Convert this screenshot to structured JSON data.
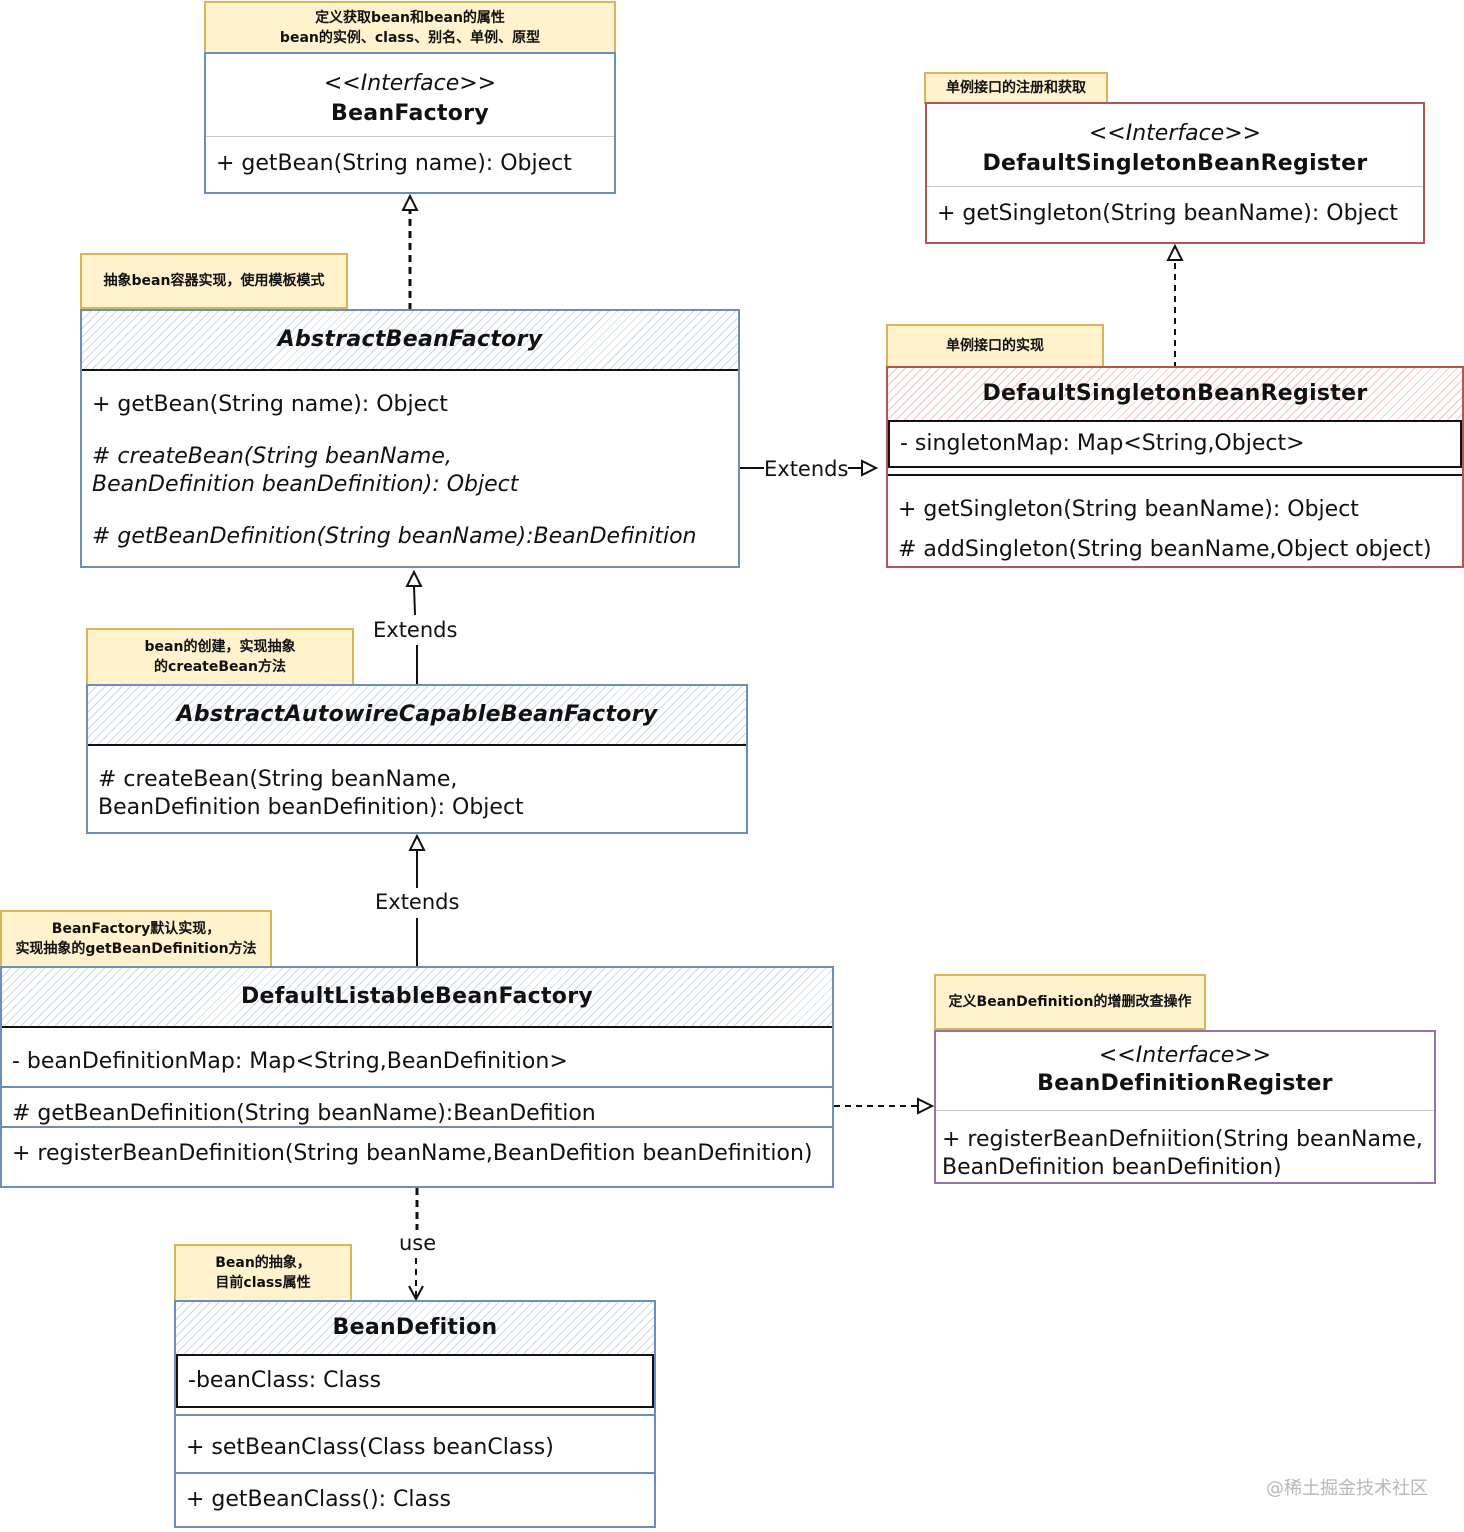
{
  "notes": {
    "bean_factory": [
      "定义获取bean和bean的属性",
      "bean的实例、class、别名、单例、原型"
    ],
    "abstract_factory": [
      "抽象bean容器实现，使用模板模式"
    ],
    "singleton_interface": [
      "单例接口的注册和获取"
    ],
    "singleton_impl": [
      "单例接口的实现"
    ],
    "autowire": [
      "bean的创建，实现抽象",
      "的createBean方法"
    ],
    "default_listable": [
      "BeanFactory默认实现，",
      "实现抽象的getBeanDefinition方法"
    ],
    "bd_register": [
      "定义BeanDefinition的增删改查操作"
    ],
    "bean_definition": [
      "Bean的抽象，",
      "目前class属性"
    ]
  },
  "classes": {
    "bean_factory": {
      "stereotype": "<<Interface>>",
      "name": "BeanFactory",
      "members": [
        "+ getBean(String name): Object"
      ]
    },
    "singleton_register_interface": {
      "stereotype": "<<Interface>>",
      "name": "DefaultSingletonBeanRegister",
      "members": [
        "+ getSingleton(String beanName): Object"
      ]
    },
    "abstract_bean_factory": {
      "name": "AbstractBeanFactory",
      "members": [
        "+ getBean(String name): Object",
        "# createBean(String beanName,",
        "BeanDefinition beanDefinition): Object",
        "# getBeanDefinition(String beanName):BeanDefinition"
      ]
    },
    "singleton_register_impl": {
      "name": "DefaultSingletonBeanRegister",
      "fields": [
        "- singletonMap: Map<String,Object>"
      ],
      "members": [
        "+ getSingleton(String beanName): Object",
        "# addSingleton(String beanName,Object object)"
      ]
    },
    "autowire_factory": {
      "name": "AbstractAutowireCapableBeanFactory",
      "members": [
        "# createBean(String beanName,",
        "BeanDefinition beanDefinition): Object"
      ]
    },
    "default_listable_factory": {
      "name": "DefaultListableBeanFactory",
      "fields": [
        "- beanDefinitionMap: Map<String,BeanDefinition>"
      ],
      "members": [
        "# getBeanDefinition(String beanName):BeanDefition",
        "+ registerBeanDefinition(String beanName,BeanDefition beanDefinition)"
      ]
    },
    "bean_definition_register": {
      "stereotype": "<<Interface>>",
      "name": "BeanDefinitionRegister",
      "members": [
        "+ registerBeanDefniition(String beanName,",
        "BeanDefinition beanDefinition)"
      ]
    },
    "bean_definition": {
      "name": "BeanDefition",
      "fields": [
        "-beanClass: Class"
      ],
      "members": [
        "+ setBeanClass(Class beanClass)",
        "+ getBeanClass(): Class"
      ]
    }
  },
  "edges": {
    "extends_singleton": "Extends",
    "extends_autowire": "Extends",
    "extends_listable": "Extends",
    "use": "use"
  },
  "watermark": "@稀土掘金技术社区",
  "colors": {
    "note_fill": "#fff2cc",
    "note_border": "#d6b656",
    "blue_border": "#6c8ebf",
    "red_border": "#b85450",
    "purple_border": "#9673a6"
  }
}
